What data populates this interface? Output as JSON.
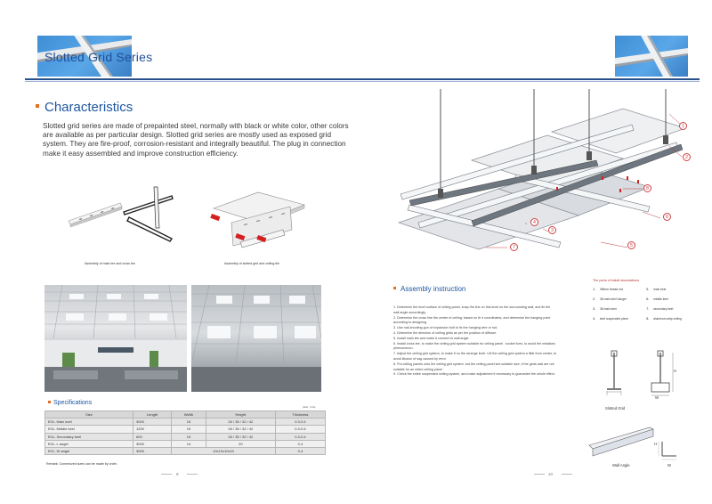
{
  "header": {
    "title": "Slotted Grid Series"
  },
  "characteristics": {
    "title": "Characteristics",
    "body": "Slotted grid series are made of prepainted steel, normally with black or white color, other colors are available as per particular design. Slotted grid series are mostly used as exposed grid system. They are fire-proof, corrosion-resistant and integrally beautiful. The plug in connection make it easy assembled and improve construction efficiency.",
    "caption_left": "Assembly of main tee and cross tee",
    "caption_right": "Assembly of slotted grid and ceiling tile"
  },
  "specifications": {
    "title": "Specifications",
    "unit": "(unit : mm)",
    "columns": [
      "Size",
      "Length",
      "Width",
      "Height",
      "Thickness"
    ],
    "rows": [
      [
        "E01- Main keel",
        "3000",
        "15",
        "26 / 35 / 32 / 42",
        "0.3-0.4"
      ],
      [
        "E01- Middle keel",
        "1200",
        "15",
        "26 / 35 / 32 / 42",
        "0.3-0.4"
      ],
      [
        "E01- Secondary keel",
        "600",
        "15",
        "26 / 35 / 32 / 42",
        "0.3-0.4"
      ],
      [
        "E01- L angel",
        "3000",
        "14",
        "20",
        "0.4"
      ],
      [
        "E01- W angel",
        "3000",
        "10x10x10x10",
        "",
        "0.4"
      ]
    ],
    "remark": "Remark: Conmmized sizes can be made by order."
  },
  "page_left": "9",
  "page_right": "10",
  "assembly": {
    "title": "Assembly instruction",
    "steps": [
      "1. Determine the level surface of ceiling panel, snap the line on this level on the surrounding wall, and fix the",
      "    wall angle accordingly.",
      "2. Determine the cross line the center of ceiling; based on th e coordinates, and determine the hanging point",
      "    according to designing.",
      "3. Use nail-shooting gun of expansion bolt to fix the hanging wire or rod.",
      "4. Determine the direction of ceiling grids as per the position of diffuser.",
      "5. Install main tee and make it connect to wall angle.",
      "6. Install cross tee, to make the ceiling grid system suitable for ceiling panel . socket form, to avoid the mistakes",
      "    phenomenon.",
      "7. Adjust the ceiling grid system, to make it on the arrange level. Lift the ceiling grid system a little from center, to",
      "    avoid illusion of sag caused by error.",
      "8. Put ceiling panels onto the ceiling grid system, but the ceiling panel isnt suitable size, if the girds wall are not",
      "    suitable for an entire ceiling panel",
      "9. Check the entire suspended ceiling system, and make adjustment if necessary to guarantee the whole effect."
    ]
  },
  "parts": {
    "title": "The parts of install stoundations",
    "items": [
      {
        "n": "1.",
        "label": "Φ8mm thread rod"
      },
      {
        "n": "5.",
        "label": "main keel"
      },
      {
        "n": "2.",
        "label": "38 main keel hanger"
      },
      {
        "n": "6.",
        "label": "middle keel"
      },
      {
        "n": "3.",
        "label": "38 main keel"
      },
      {
        "n": "7.",
        "label": "secondary keel"
      },
      {
        "n": "4.",
        "label": "keel suspended piece"
      },
      {
        "n": "8.",
        "label": "aluminum strip ceiling"
      }
    ]
  },
  "diagram": {
    "callouts": [
      "1",
      "2",
      "3",
      "4",
      "5",
      "6",
      "7",
      "8"
    ],
    "dim_h": "H",
    "dim_w": "W",
    "slotted_grid_label": "Slotted Grid",
    "wall_angle_label": "Wall Angle"
  },
  "colors": {
    "accent": "#1e56a0",
    "bullet": "#e07020",
    "rule": "#28508a"
  }
}
